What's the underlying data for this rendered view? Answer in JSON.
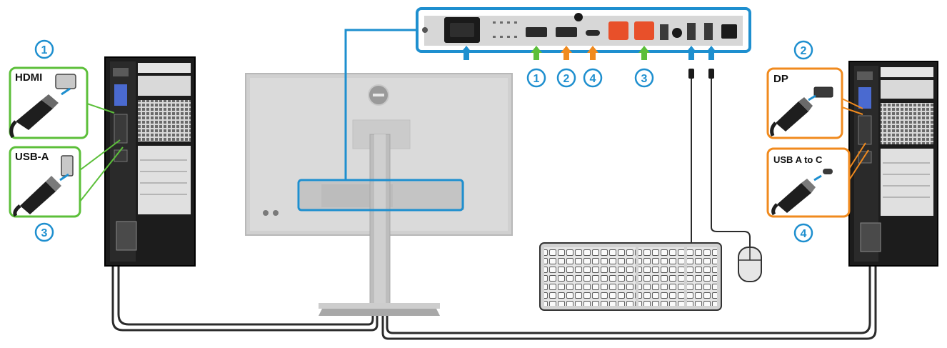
{
  "colors": {
    "blue": "#1e8fcf",
    "green": "#5cbf3a",
    "orange": "#f08a1e",
    "cable": "#2b2b2b",
    "port_red": "#e8502a"
  },
  "left_pc": {
    "hdmi_box": {
      "label": "HDMI",
      "number": "1"
    },
    "usb_box": {
      "label": "USB-A",
      "number": "3"
    }
  },
  "right_pc": {
    "dp_box": {
      "label": "DP",
      "number": "2"
    },
    "usb_box": {
      "label": "USB A to C",
      "number": "4"
    }
  },
  "port_panel": {
    "callouts": [
      "1",
      "2",
      "4",
      "3"
    ]
  },
  "icons": [
    "monitor-icon",
    "keyboard-icon",
    "mouse-icon",
    "tower-pc-icon",
    "hdmi-plug-icon",
    "usb-a-plug-icon",
    "dp-plug-icon",
    "usb-c-plug-icon"
  ]
}
